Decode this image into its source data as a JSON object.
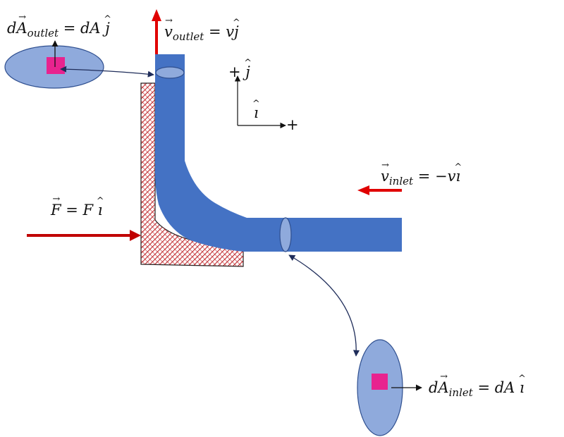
{
  "labels": {
    "dA_outlet": {
      "sym": "A",
      "prefix": "d",
      "sub": "outlet",
      "rhs": " = dA ",
      "unit": "j"
    },
    "v_outlet": {
      "sym": "v",
      "sub": "outlet",
      "rhs": " = v",
      "unit": "j"
    },
    "axis_plus_j": {
      "plus": "+",
      "unit": "j"
    },
    "axis_i": {
      "unit": "ı"
    },
    "axis_plus_i": {
      "plus": "+"
    },
    "v_inlet": {
      "sym": "v",
      "sub": "inlet",
      "rhs": " = −v",
      "unit": "ı"
    },
    "force": {
      "sym": "F",
      "rhs": " = F ",
      "unit": "ı"
    },
    "dA_inlet": {
      "sym": "A",
      "prefix": "d",
      "sub": "inlet",
      "rhs": " = dA ",
      "unit": "ı"
    }
  },
  "colors": {
    "pipe": "#4472c4",
    "ellipse_fill": "#8faadc",
    "ellipse_stroke": "#2f4f8f",
    "patch": "#e8238f",
    "arrow_red": "#c00000",
    "arrow_bright_red": "#e00000",
    "hatch": "#c0282c",
    "connector": "#1f2d5a"
  }
}
